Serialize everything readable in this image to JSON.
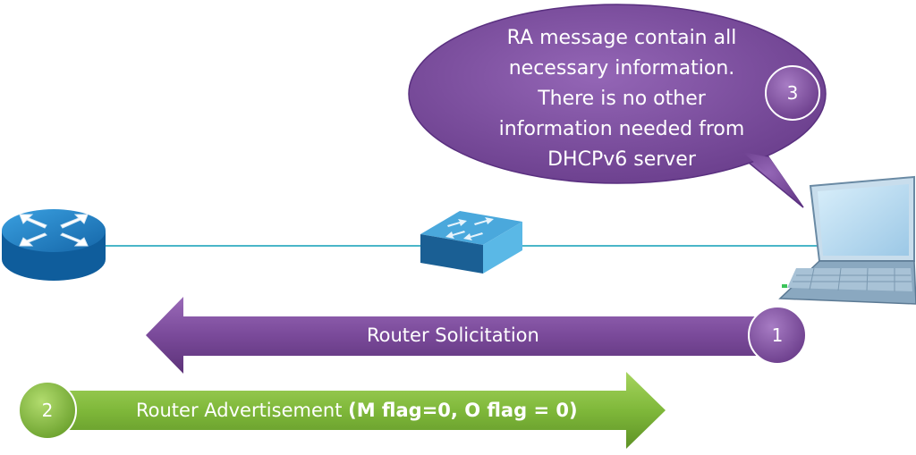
{
  "callout": {
    "lines": [
      "RA message contain all",
      "necessary information.",
      "There is no other",
      "information needed from",
      "DHCPv6 server"
    ],
    "step": "3"
  },
  "solicitation": {
    "label": "Router Solicitation",
    "step": "1"
  },
  "advertisement": {
    "label": "Router Advertisement",
    "flags": "(M flag=0, O flag = 0)",
    "step": "2"
  },
  "colors": {
    "purple": "#7a4a9a",
    "green": "#7fb83a",
    "link": "#4ab6c8",
    "router": "#1a7bc4",
    "switch": "#2a8fc4"
  },
  "icons": [
    "router-icon",
    "switch-icon",
    "laptop-icon"
  ]
}
